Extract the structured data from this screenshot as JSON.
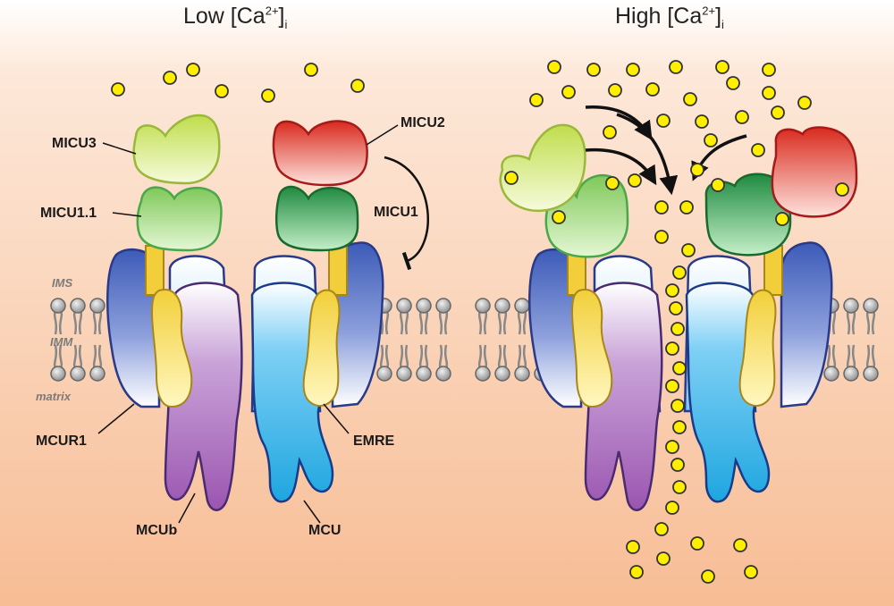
{
  "panels": {
    "left": {
      "title_main": "Low [Ca",
      "title_sup": "2+",
      "title_close": "]",
      "title_sub": "i"
    },
    "right": {
      "title_main": "High [Ca",
      "title_sup": "2+",
      "title_close": "]",
      "title_sub": "i"
    }
  },
  "labels": {
    "micu3": "MICU3",
    "micu2": "MICU2",
    "micu1_1": "MICU1.1",
    "micu1": "MICU1",
    "mcur1": "MCUR1",
    "emre": "EMRE",
    "mcub": "MCUb",
    "mcu": "MCU"
  },
  "membrane_labels": {
    "ims": "IMS",
    "imm": "IMM",
    "matrix": "matrix"
  },
  "colors": {
    "calcium": "#ffee00",
    "micu3": "#c9e15a",
    "micu2": "#e23a2a",
    "micu1": "#2c9a4a",
    "micu1_1": "#8fd06a",
    "mcur1": "#3d5bb8",
    "mcub": "#9b55b0",
    "mcu": "#1ea6e0",
    "emre": "#f2cf3a",
    "background_bottom": "#f7bd95"
  }
}
